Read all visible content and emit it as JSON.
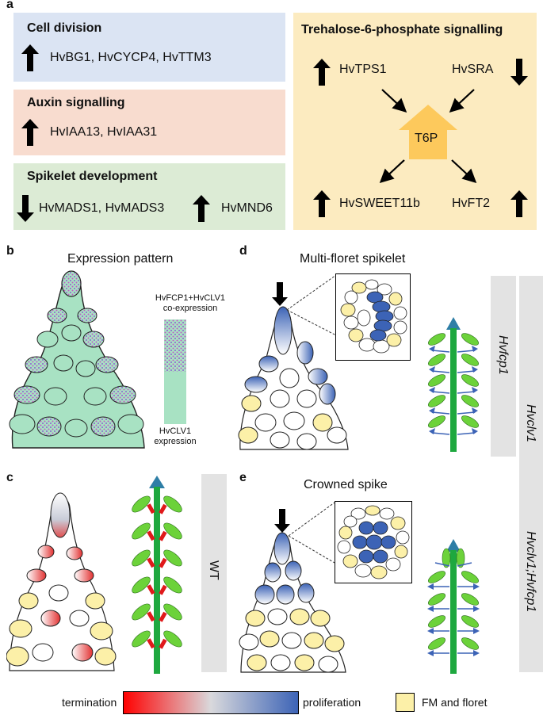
{
  "panel_a": {
    "letter": "a",
    "cell_division": {
      "title": "Cell division",
      "genes": "HvBG1, HvCYCP4, HvTTM3"
    },
    "auxin": {
      "title": "Auxin signalling",
      "genes": "HvIAA13, HvIAA31"
    },
    "spikelet": {
      "title": "Spikelet development",
      "genes_down": "HvMADS1, HvMADS3",
      "genes_up": "HvMND6"
    },
    "t6p": {
      "title": "Trehalose-6-phosphate signalling",
      "tps": "HvTPS1",
      "sra": "HvSRA",
      "center": "T6P",
      "sweet": "HvSWEET11b",
      "ft": "HvFT2"
    }
  },
  "panel_b": {
    "letter": "b",
    "title": "Expression pattern",
    "co_expression": "HvFCP1+HvCLV1\nco-expression",
    "clv_expression": "HvCLV1\nexpression"
  },
  "panel_c": {
    "letter": "c",
    "side_label": "WT"
  },
  "panel_d": {
    "letter": "d",
    "title": "Multi-floret spikelet",
    "side_label": "Hvfcp1"
  },
  "panel_e": {
    "letter": "e",
    "title": "Crowned spike",
    "side_label": "Hvclv1;Hvfcp1"
  },
  "right_label": "Hvclv1",
  "legend": {
    "termination": "termination",
    "proliferation": "proliferation",
    "fm": "FM and floret"
  },
  "colors": {
    "blue_box": "#dbe4f3",
    "red_box": "#f8dccf",
    "green_box": "#dcebd5",
    "yellow_box": "#fcebc0",
    "t6p": "#fdc95c",
    "mint": "#a8e2c3",
    "blue": "#3c63b6",
    "red": "#e0191b",
    "yellow": "#fcf0a8",
    "stem": "#1ea83f",
    "leaf": "#6cd23a"
  }
}
